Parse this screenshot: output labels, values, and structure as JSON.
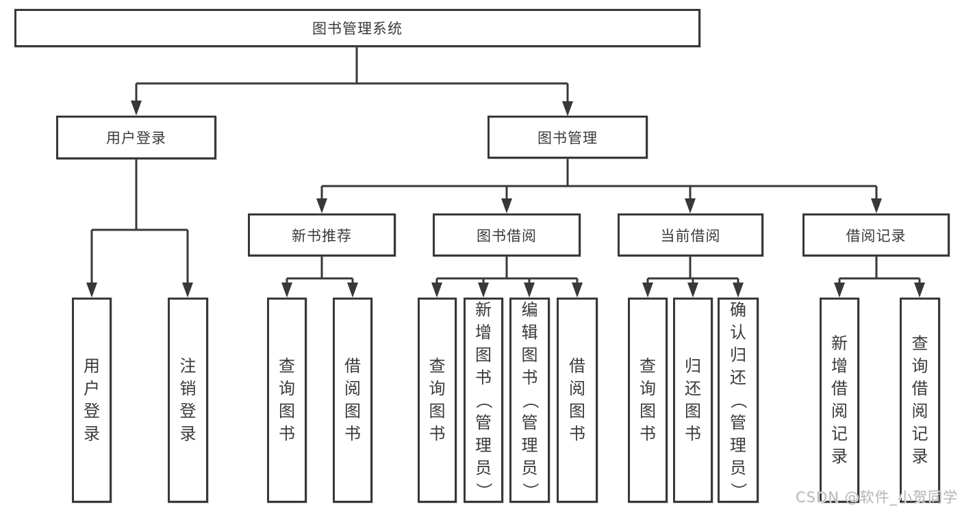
{
  "title": "图书管理系统",
  "tree": {
    "root": {
      "label": "图书管理系统"
    },
    "branches": [
      {
        "label": "用户登录",
        "children": [
          {
            "label": "用户登录"
          },
          {
            "label": "注销登录"
          }
        ]
      },
      {
        "label": "图书管理",
        "children": [
          {
            "label": "新书推荐",
            "children": [
              {
                "label": "查询图书"
              },
              {
                "label": "借阅图书"
              }
            ]
          },
          {
            "label": "图书借阅",
            "children": [
              {
                "label": "查询图书"
              },
              {
                "label": "新增图书（管理员）"
              },
              {
                "label": "编辑图书（管理员）"
              },
              {
                "label": "借阅图书"
              }
            ]
          },
          {
            "label": "当前借阅",
            "children": [
              {
                "label": "查询图书"
              },
              {
                "label": "归还图书"
              },
              {
                "label": "确认归还（管理员）"
              }
            ]
          },
          {
            "label": "借阅记录",
            "children": [
              {
                "label": "新增借阅记录"
              },
              {
                "label": "查询借阅记录"
              }
            ]
          }
        ]
      }
    ]
  },
  "watermark": "CSDN @软件_小贺同学",
  "colors": {
    "line": "#383838",
    "box_border": "#383838",
    "text": "#3a3a3a",
    "background": "#ffffff",
    "watermark": "#b9b9b9"
  }
}
